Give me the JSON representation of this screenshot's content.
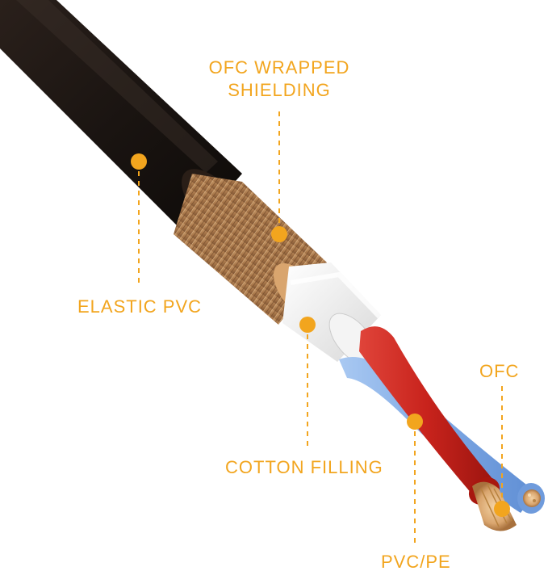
{
  "accent_color": "#f2a51e",
  "labels": {
    "shielding_line1": "OFC WRAPPED",
    "shielding_line2": "SHIELDING",
    "elastic_pvc": "ELASTIC PVC",
    "cotton_filling": "COTTON FILLING",
    "ofc": "OFC",
    "pvc_pe": "PVC/PE"
  }
}
